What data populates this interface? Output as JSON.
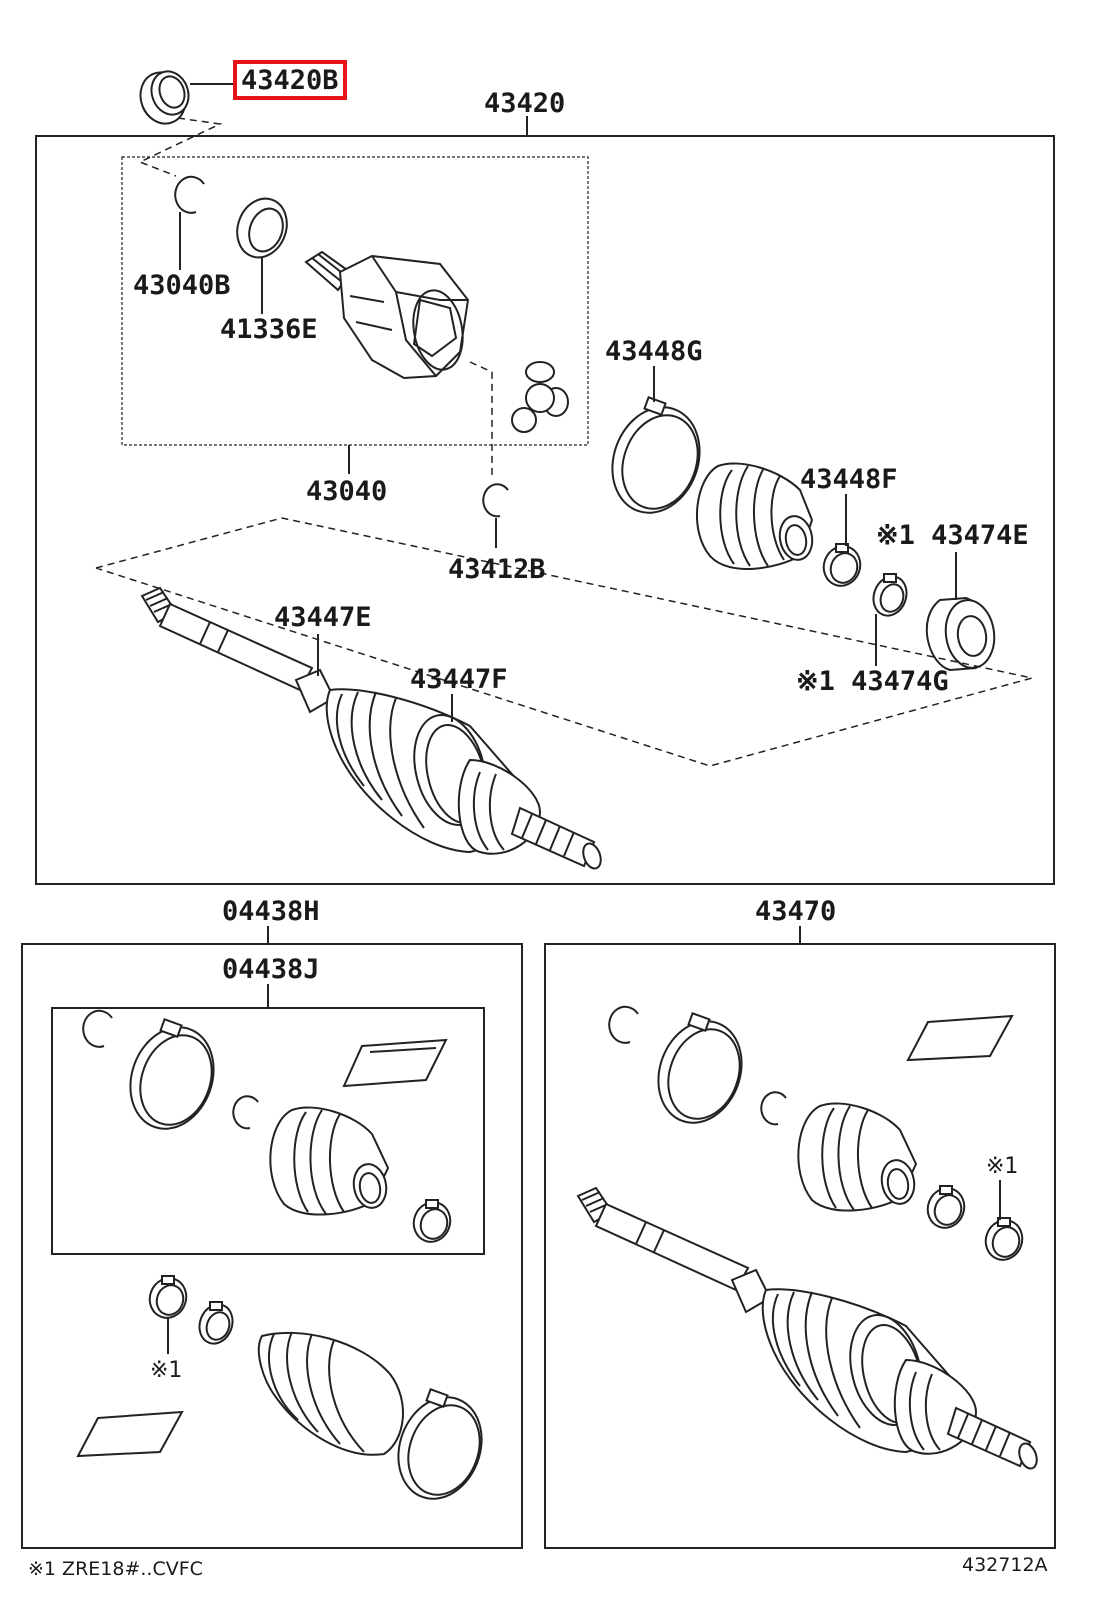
{
  "diagram": {
    "highlight_color": "#e8141c",
    "labels": {
      "p43420B": "43420B",
      "p43420": "43420",
      "p43040B": "43040B",
      "p41336E": "41336E",
      "p43040": "43040",
      "p43448G": "43448G",
      "p43448F": "43448F",
      "p43474E": "※1 43474E",
      "p43412B": "43412B",
      "p43447E": "43447E",
      "p43447F": "43447F",
      "p43474G": "※1 43474G",
      "p04438H": "04438H",
      "p04438J": "04438J",
      "p43470": "43470",
      "mark_a": "※1",
      "mark_b": "※1"
    },
    "footnote": "※1 ZRE18#..CVFC",
    "drawing_number": "432712A"
  }
}
